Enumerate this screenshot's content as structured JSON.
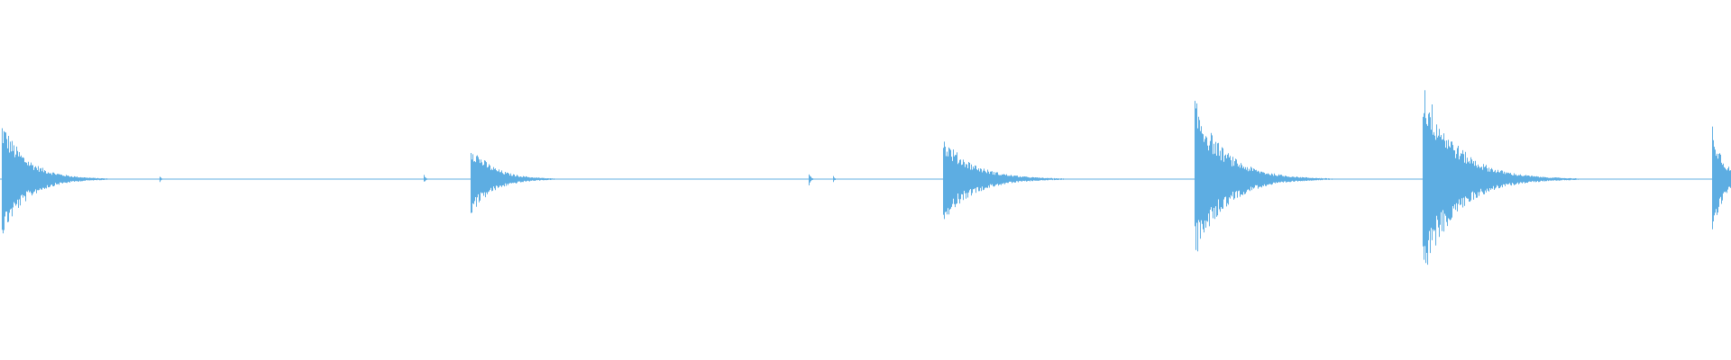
{
  "waveform": {
    "color": "#5dade2",
    "baseline_color": "#5dade2",
    "background": "#ffffff",
    "duration_fraction_unit": "fraction-of-width",
    "onsets": [
      {
        "pos": 0.001,
        "peak": 0.56,
        "decay": 0.045
      },
      {
        "pos": 0.272,
        "peak": 0.34,
        "decay": 0.04
      },
      {
        "pos": 0.545,
        "peak": 0.4,
        "decay": 0.055
      },
      {
        "pos": 0.69,
        "peak": 0.76,
        "decay": 0.055
      },
      {
        "pos": 0.822,
        "peak": 0.95,
        "decay": 0.06
      },
      {
        "pos": 0.989,
        "peak": 0.55,
        "decay": 0.02
      }
    ],
    "small_blips": [
      {
        "pos": 0.092,
        "peak": 0.03
      },
      {
        "pos": 0.245,
        "peak": 0.04
      },
      {
        "pos": 0.467,
        "peak": 0.06
      },
      {
        "pos": 0.481,
        "peak": 0.03
      }
    ]
  }
}
